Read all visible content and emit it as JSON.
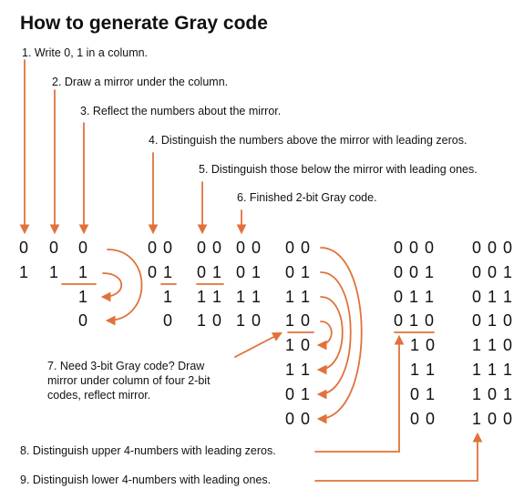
{
  "title": "How to generate Gray code",
  "steps": [
    "1. Write 0, 1 in a column.",
    "2. Draw a mirror under the column.",
    "3. Reflect the numbers about the mirror.",
    "4. Distinguish the numbers above the mirror with leading zeros.",
    "5. Distinguish those below the mirror with leading ones.",
    "6. Finished 2-bit Gray code.",
    "8. Distinguish upper 4-numbers with leading zeros.",
    "9. Distinguish lower 4-numbers with leading ones."
  ],
  "note7": [
    "7. Need 3-bit Gray code? Draw",
    "mirror under column of four 2-bit",
    "codes, reflect mirror."
  ],
  "columns": {
    "c1": [
      "0",
      "1"
    ],
    "c2": [
      "0",
      "1"
    ],
    "c3": [
      "0",
      "1",
      "1",
      "0"
    ],
    "c4": [
      "0 0",
      "0 1",
      "1",
      "0"
    ],
    "c5": [
      "0 0",
      "0 1",
      "1 1",
      "1 0"
    ],
    "c6": [
      "0 0",
      "0 1",
      "1 1",
      "1 0"
    ],
    "c7": [
      "0 0",
      "0 1",
      "1 1",
      "1 0",
      "1 0",
      "1 1",
      "0 1",
      "0 0"
    ],
    "c8": [
      "0 0 0",
      "0 0 1",
      "0 1 1",
      "0 1 0",
      "1 0",
      "1 1",
      "0 1",
      "0 0"
    ],
    "c9": [
      "0 0 0",
      "0 0 1",
      "0 1 1",
      "0 1 0",
      "1 1 0",
      "1 1 1",
      "1 0 1",
      "1 0 0"
    ]
  },
  "colors": {
    "accent": "#e0723a",
    "text": "#111111"
  }
}
